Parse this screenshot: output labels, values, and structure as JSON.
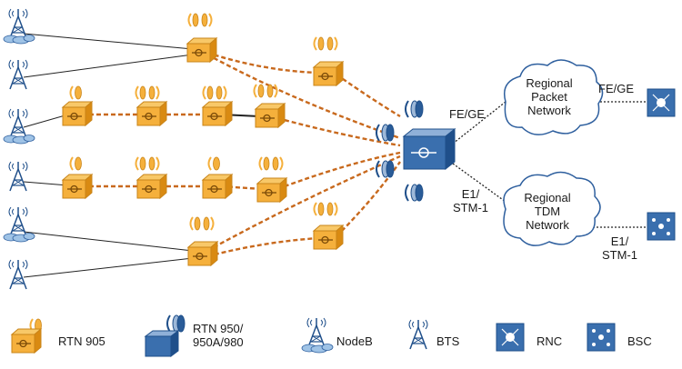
{
  "labels": {
    "fe_ge_uplink": "FE/GE",
    "fe_ge_right": "FE/GE",
    "e1_stm1_uplink": "E1/\nSTM-1",
    "e1_stm1_right": "E1/\nSTM-1",
    "regional_packet_network": "Regional\nPacket\nNetwork",
    "regional_tdm_network": "Regional\nTDM\nNetwork"
  },
  "legend": {
    "rtn905": "RTN 905",
    "rtn950": "RTN 950/\n950A/980",
    "nodeb": "NodeB",
    "bts": "BTS",
    "rnc": "RNC",
    "bsc": "BSC"
  },
  "colors": {
    "rtn905_fill": "#f5b03c",
    "rtn905_dark": "#d98a12",
    "rtn950_fill": "#3a6fae",
    "packet_link": "#c8691d",
    "cloud_stroke": "#2e5f9e",
    "node_blue": "#1f4f8a"
  }
}
